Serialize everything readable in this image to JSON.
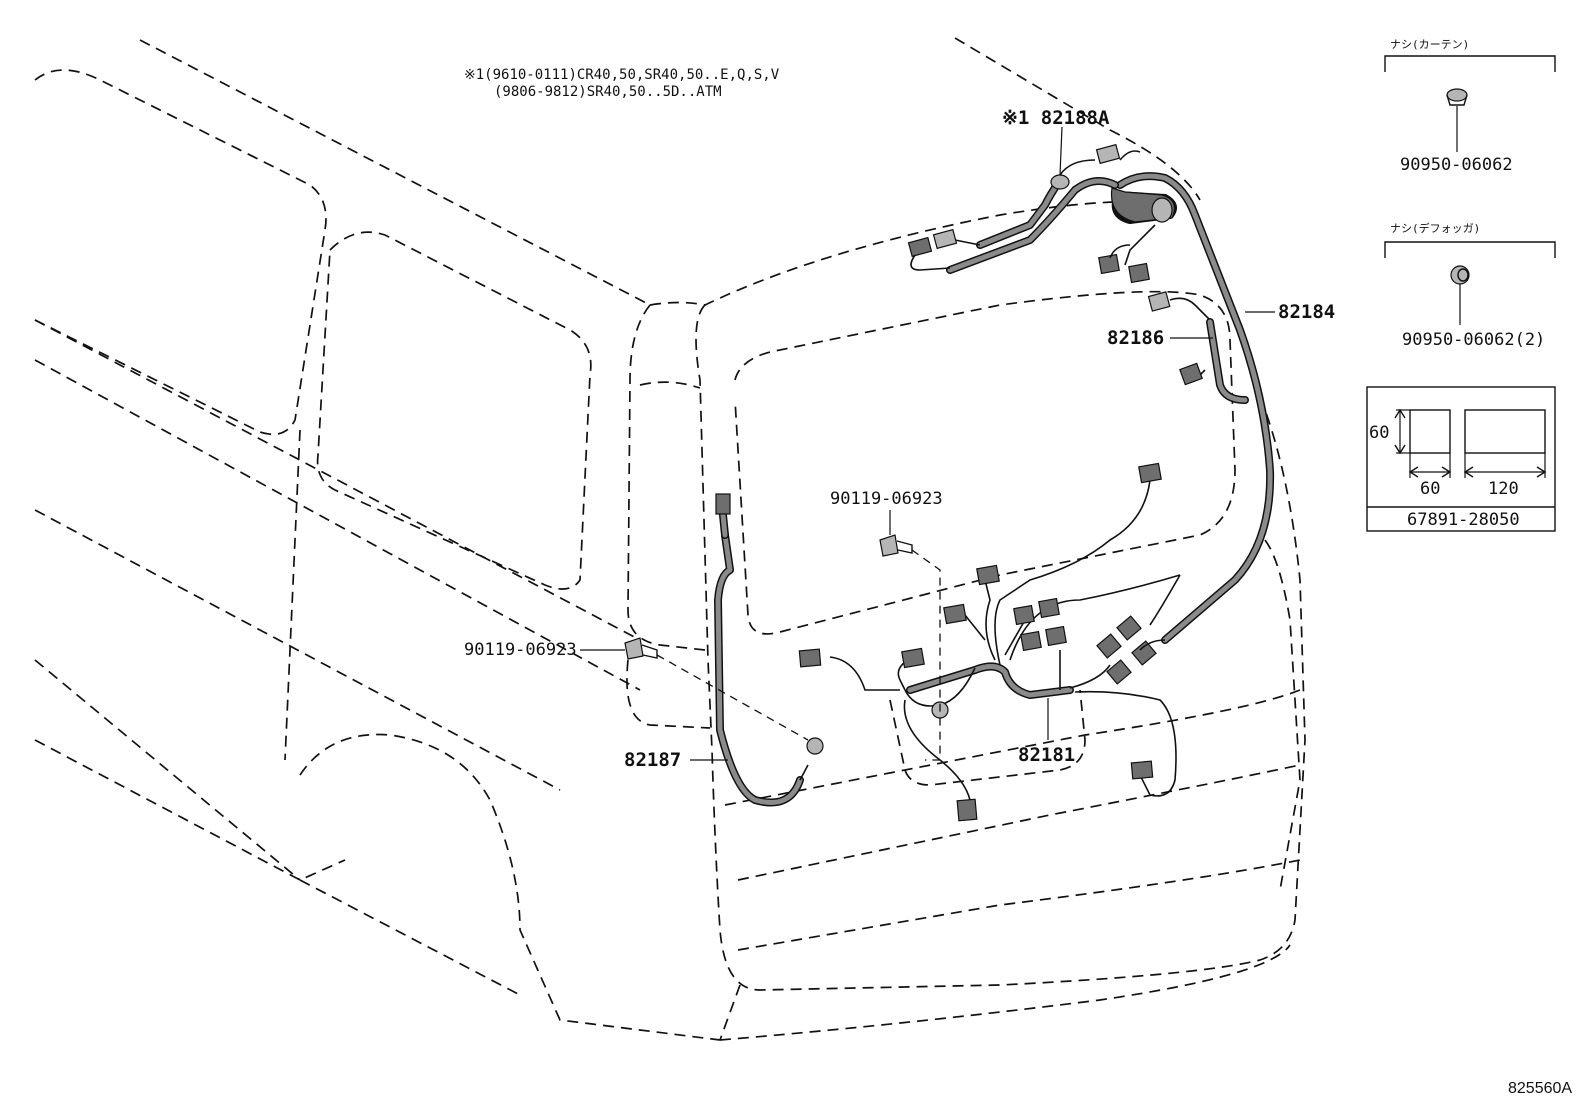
{
  "diagram": {
    "note_line1": "※1(9610-0111)CR40,50,SR40,50..E,Q,S,V",
    "note_line2": "(9806-9812)SR40,50..5D..ATM",
    "labels": {
      "p82188a": "※1 82188A",
      "p82184": "82184",
      "p82186": "82186",
      "p82181": "82181",
      "p82187": "82187",
      "bolt_upper": "90119-06923",
      "bolt_lower": "90119-06923"
    },
    "side_parts": {
      "curtain_header": "ナシ(カーテン)",
      "curtain_part": "90950-06062",
      "defogger_header": "ナシ(デフォッガ)",
      "defogger_part": "90950-06062(2)",
      "label_part": "67891-28050",
      "dim_height": "60",
      "dim_width_a": "60",
      "dim_width_b": "120"
    },
    "figure_id": "825560A"
  }
}
